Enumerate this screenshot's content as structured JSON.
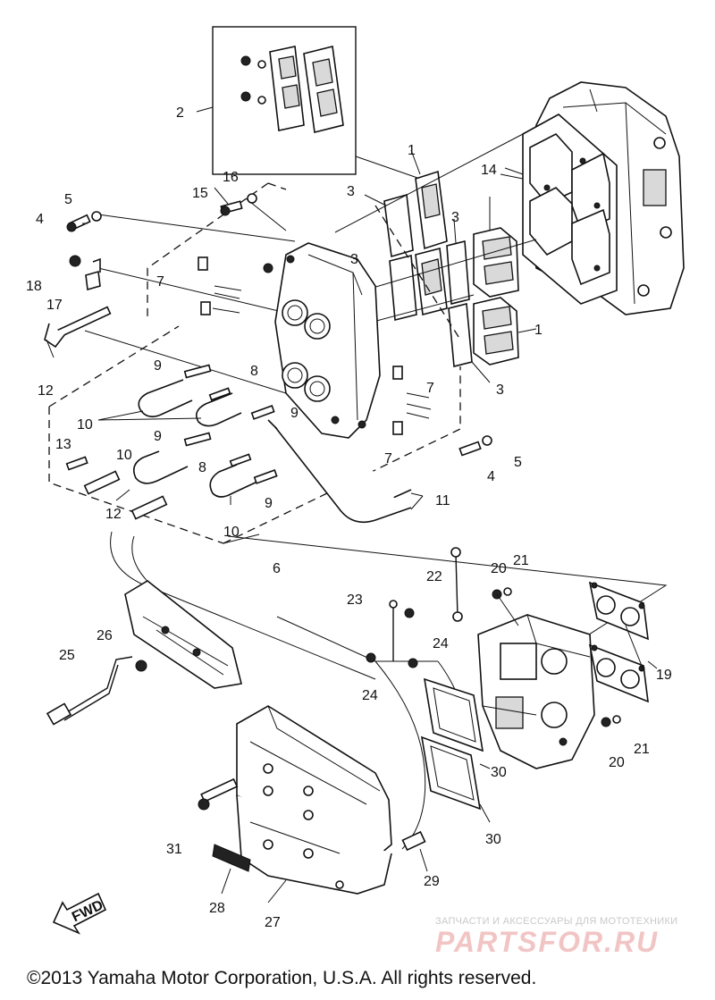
{
  "callouts": [
    {
      "id": "c2a",
      "text": "2"
    },
    {
      "id": "c1a",
      "text": "1"
    },
    {
      "id": "c1b",
      "text": "1"
    },
    {
      "id": "c3a",
      "text": "3"
    },
    {
      "id": "c3b",
      "text": "3"
    },
    {
      "id": "c3c",
      "text": "3"
    },
    {
      "id": "c3d",
      "text": "3"
    },
    {
      "id": "c14",
      "text": "14"
    },
    {
      "id": "c15",
      "text": "15"
    },
    {
      "id": "c16",
      "text": "16"
    },
    {
      "id": "c5a",
      "text": "5"
    },
    {
      "id": "c4a",
      "text": "4"
    },
    {
      "id": "c18",
      "text": "18"
    },
    {
      "id": "c17",
      "text": "17"
    },
    {
      "id": "c7a",
      "text": "7"
    },
    {
      "id": "c7b",
      "text": "7"
    },
    {
      "id": "c7c",
      "text": "7"
    },
    {
      "id": "c12a",
      "text": "12"
    },
    {
      "id": "c9a",
      "text": "9"
    },
    {
      "id": "c8a",
      "text": "8"
    },
    {
      "id": "c9b",
      "text": "9"
    },
    {
      "id": "c10a",
      "text": "10"
    },
    {
      "id": "c9c",
      "text": "9"
    },
    {
      "id": "c13",
      "text": "13"
    },
    {
      "id": "c10b",
      "text": "10"
    },
    {
      "id": "c8b",
      "text": "8"
    },
    {
      "id": "c12b",
      "text": "12"
    },
    {
      "id": "c9d",
      "text": "9"
    },
    {
      "id": "c10c",
      "text": "10"
    },
    {
      "id": "c6",
      "text": "6"
    },
    {
      "id": "c11",
      "text": "11"
    },
    {
      "id": "c5b",
      "text": "5"
    },
    {
      "id": "c4b",
      "text": "4"
    },
    {
      "id": "c22",
      "text": "22"
    },
    {
      "id": "c20a",
      "text": "20"
    },
    {
      "id": "c21a",
      "text": "21"
    },
    {
      "id": "c23",
      "text": "23"
    },
    {
      "id": "c24a",
      "text": "24"
    },
    {
      "id": "c24b",
      "text": "24"
    },
    {
      "id": "c19",
      "text": "19"
    },
    {
      "id": "c26",
      "text": "26"
    },
    {
      "id": "c25",
      "text": "25"
    },
    {
      "id": "c21b",
      "text": "21"
    },
    {
      "id": "c20b",
      "text": "20"
    },
    {
      "id": "c30a",
      "text": "30"
    },
    {
      "id": "c30b",
      "text": "30"
    },
    {
      "id": "c31",
      "text": "31"
    },
    {
      "id": "c29",
      "text": "29"
    },
    {
      "id": "c28",
      "text": "28"
    },
    {
      "id": "c27",
      "text": "27"
    }
  ],
  "fwd_label": "FWD",
  "copyright": "©2013 Yamaha Motor Corporation, U.S.A. All rights reserved.",
  "watermark": {
    "tagline": "ЗАПЧАСТИ И АКСЕССУАРЫ ДЛЯ МОТОТЕХНИКИ",
    "logo": "PARTSFOR.RU"
  }
}
